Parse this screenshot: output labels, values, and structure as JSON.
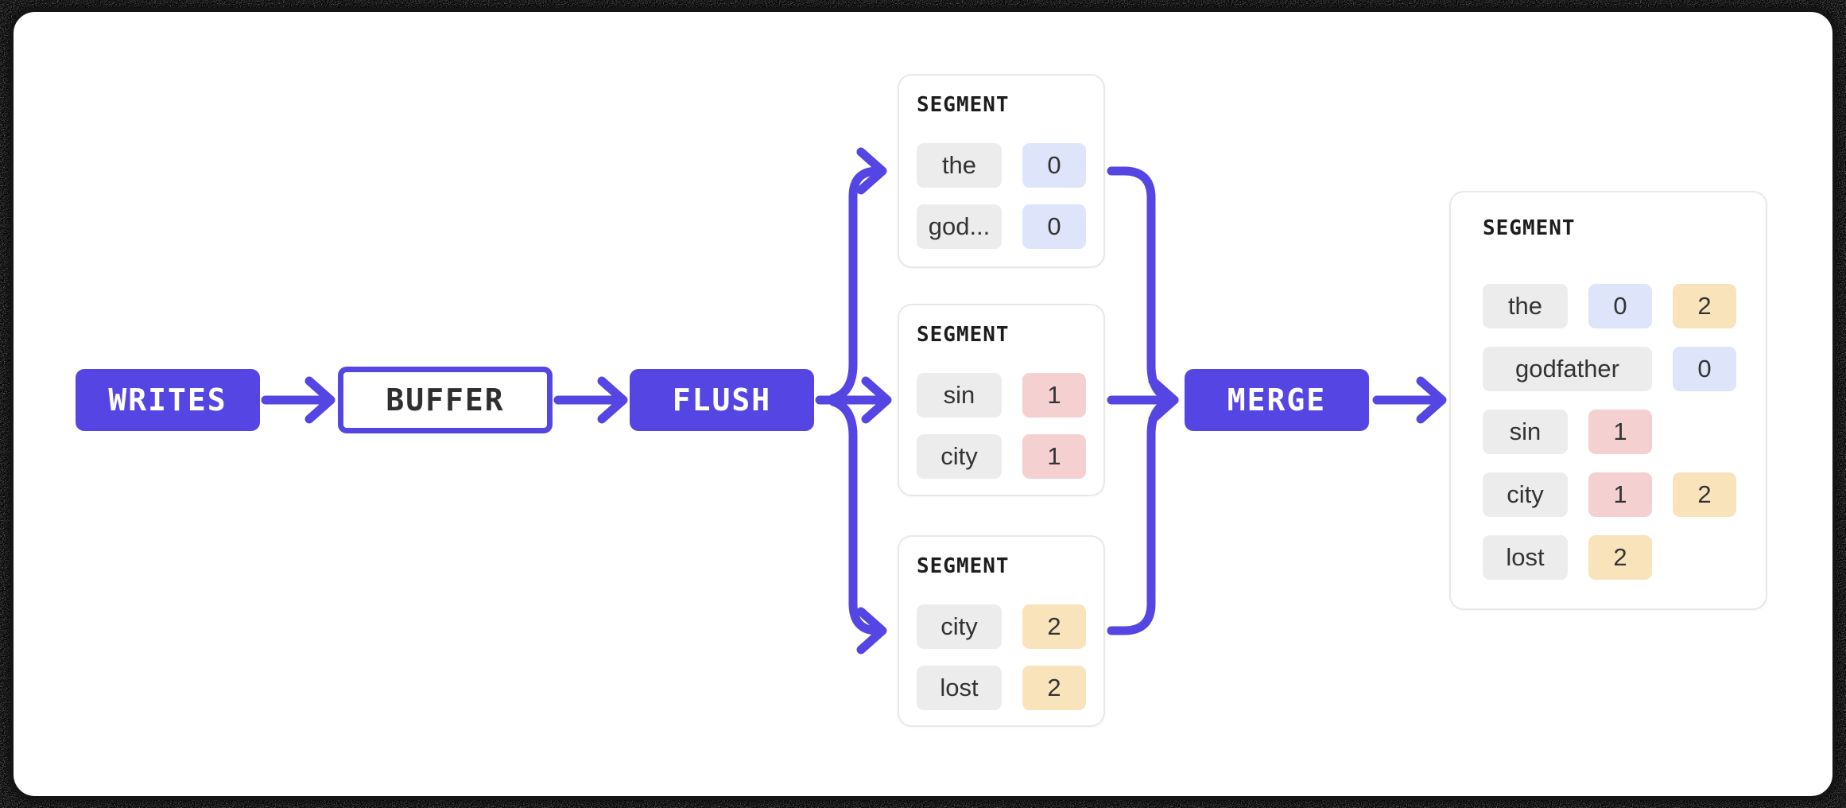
{
  "diagram": {
    "nodes": {
      "writes": "WRITES",
      "buffer": "BUFFER",
      "flush": "FLUSH",
      "merge": "MERGE"
    },
    "flush_segments": [
      {
        "title": "SEGMENT",
        "rows": [
          {
            "term": "the",
            "postings": [
              {
                "value": "0",
                "color": "blue"
              }
            ]
          },
          {
            "term": "god...",
            "postings": [
              {
                "value": "0",
                "color": "blue"
              }
            ]
          }
        ]
      },
      {
        "title": "SEGMENT",
        "rows": [
          {
            "term": "sin",
            "postings": [
              {
                "value": "1",
                "color": "pink"
              }
            ]
          },
          {
            "term": "city",
            "postings": [
              {
                "value": "1",
                "color": "pink"
              }
            ]
          }
        ]
      },
      {
        "title": "SEGMENT",
        "rows": [
          {
            "term": "city",
            "postings": [
              {
                "value": "2",
                "color": "yellow"
              }
            ]
          },
          {
            "term": "lost",
            "postings": [
              {
                "value": "2",
                "color": "yellow"
              }
            ]
          }
        ]
      }
    ],
    "merged_segment": {
      "title": "SEGMENT",
      "rows": [
        {
          "term": "the",
          "postings": [
            {
              "value": "0",
              "color": "blue"
            },
            {
              "value": "2",
              "color": "yellow"
            }
          ]
        },
        {
          "term": "godfather",
          "postings": [
            {
              "value": "0",
              "color": "blue"
            }
          ]
        },
        {
          "term": "sin",
          "postings": [
            {
              "value": "1",
              "color": "pink"
            }
          ]
        },
        {
          "term": "city",
          "postings": [
            {
              "value": "1",
              "color": "pink"
            },
            {
              "value": "2",
              "color": "yellow"
            }
          ]
        },
        {
          "term": "lost",
          "postings": [
            {
              "value": "2",
              "color": "yellow"
            }
          ]
        }
      ]
    },
    "colors": {
      "accent": "#5546e4",
      "chip_gray": "#ececec",
      "chip_blue": "#dee4f9",
      "chip_pink": "#f4d0d1",
      "chip_yellow": "#f8e3bb",
      "frame_border": "#151515"
    }
  }
}
